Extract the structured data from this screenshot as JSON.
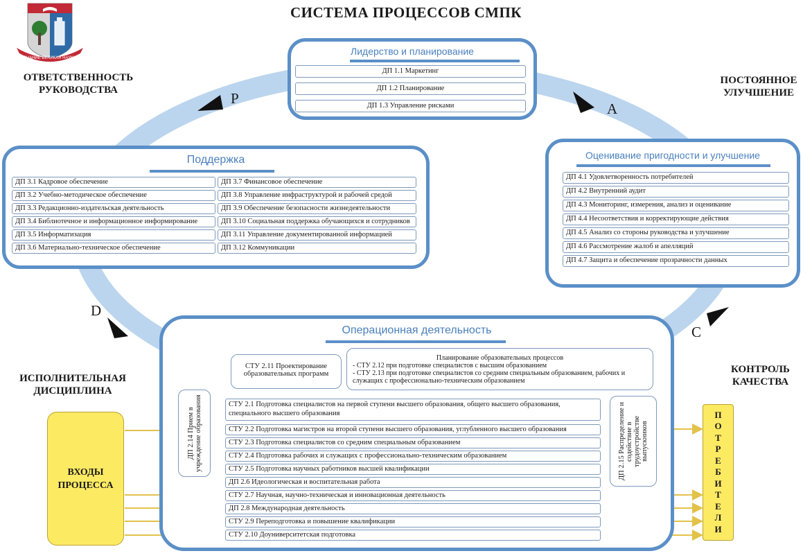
{
  "title": "СИСТЕМА ПРОЦЕССОВ СМПК",
  "logo": {
    "ribbon_text": "ЗНАНИЕ ВЕЛИКАЯ НАУКИ",
    "colors": {
      "shield_left": "#d5d5d5",
      "shield_right": "#2f6aa6",
      "band": "#c12a36",
      "tree": "#2e7d32"
    }
  },
  "corners": {
    "top_left": [
      "ОТВЕТСТВЕННОСТЬ",
      "РУКОВОДСТВА"
    ],
    "top_right": [
      "ПОСТОЯННОЕ",
      "УЛУЧШЕНИЕ"
    ],
    "bottom_left": [
      "ИСПОЛНИТЕЛЬНАЯ",
      "ДИСЦИПЛИНА"
    ],
    "bottom_right": [
      "КОНТРОЛЬ",
      "КАЧЕСТВА"
    ]
  },
  "cycle_letters": {
    "p": "P",
    "a": "A",
    "c": "C",
    "d": "D"
  },
  "colors": {
    "cycle": "#bcd5ee",
    "panel_border": "#5b8fc7",
    "title_blue": "#4a80bd",
    "yellow": "#fdea63",
    "arrow_yellow": "#e2c24a"
  },
  "leadership": {
    "title": "Лидерство и планирование",
    "items": [
      "ДП 1.1 Маркетинг",
      "ДП 1.2 Планирование",
      "ДП 1.3 Управление рисками"
    ]
  },
  "support": {
    "title": "Поддержка",
    "left": [
      "ДП 3.1 Кадровое обеспечение",
      "ДП 3.2 Учебно-методическое обеспечение",
      "ДП 3.3 Редакционно-издательская деятельность",
      "ДП 3.4 Библиотечное и информационное информирование",
      "ДП 3.5 Информатизация",
      "ДП 3.6 Материально-техническое обеспечение"
    ],
    "right": [
      "ДП 3.7 Финансовое обеспечение",
      "ДП 3.8 Управление инфраструктурой и рабочей средой",
      "ДП 3.9 Обеспечение безопасности жизнедеятельности",
      "ДП 3.10 Социальная поддержка обучающихся и сотрудников",
      "ДП 3.11 Управление документированной информацией",
      "ДП 3.12 Коммуникации"
    ]
  },
  "evaluation": {
    "title": "Оценивание пригодности и улучшение",
    "items": [
      "ДП 4.1 Удовлетворенность потребителей",
      "ДП 4.2 Внутренний аудит",
      "ДП 4.3 Мониторинг, измерения, анализ и оценивание",
      "ДП 4.4 Несоответствия и корректирующие действия",
      "ДП 4.5 Анализ со стороны руководства и улучшение",
      "ДП 4.6 Рассмотрение жалоб и апелляций",
      "ДП 4.7 Защита и обеспечение прозрачности данных"
    ]
  },
  "operational": {
    "title": "Операционная деятельность",
    "design_box": "СТУ 2.11 Проектирование образовательных программ",
    "planning_box": {
      "heading": "Планирование образовательных процессов",
      "lines": [
        "- СТУ 2.12 при подготовке специалистов с высшим образованием",
        "- СТУ 2.13 при подготовке специалистов со средним специальным образованием, рабочих и служащих с профессионально-техническим образованием"
      ]
    },
    "admission": "ДП 2.14 Прием в учреждение образования",
    "distribution": "ДП 2.15 Распределение и содействие в трудоустройстве выпускников",
    "rows": [
      "СТУ 2.1 Подготовка специалистов на первой ступени высшего образования, общего высшего образования, специального высшего образования",
      "СТУ 2.2 Подготовка магистров на второй ступени высшего образования, углубленного высшего образования",
      "СТУ 2.3 Подготовка специалистов со средним специальным образованием",
      "СТУ 2.4 Подготовка рабочих и служащих с профессионально-техническим образованием",
      "СТУ 2.5 Подготовка научных работников высшей квалификации",
      "ДП 2.6 Идеологическая и воспитательная работа",
      "СТУ 2.7 Научная, научно-техническая и инновационная деятельность",
      "ДП 2.8 Международная деятельность",
      "СТУ 2.9 Переподготовка и повышение квалификации",
      "СТУ 2.10 Доуниверситетская подготовка"
    ]
  },
  "inputs": [
    "ВХОДЫ",
    "ПРОЦЕССА"
  ],
  "consumers": "П О Т Р Е Б И Т Е Л И"
}
